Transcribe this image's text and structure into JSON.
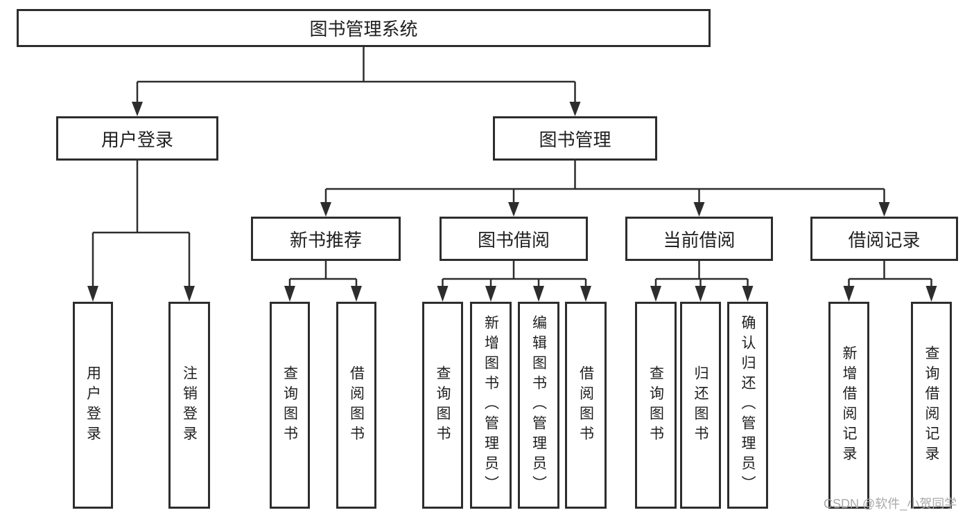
{
  "tree": {
    "root": "图书管理系统",
    "branches": [
      {
        "label": "用户登录",
        "children": [
          "用户登录",
          "注销登录"
        ]
      },
      {
        "label": "图书管理",
        "children_groups": [
          {
            "label": "新书推荐",
            "children": [
              "查询图书",
              "借阅图书"
            ]
          },
          {
            "label": "图书借阅",
            "children": [
              "查询图书",
              "新增图书（管理员）",
              "编辑图书（管理员）",
              "借阅图书"
            ]
          },
          {
            "label": "当前借阅",
            "children": [
              "查询图书",
              "归还图书",
              "确认归还（管理员）"
            ]
          },
          {
            "label": "借阅记录",
            "children": [
              "新增借阅记录",
              "查询借阅记录"
            ]
          }
        ]
      }
    ]
  },
  "watermark": {
    "text": "CSDN @软件_小贺同学"
  },
  "colors": {
    "line": "#2d2d2d",
    "text": "#1f1f1f",
    "box_background": "#ffffff",
    "page_background": "#ffffff",
    "watermark": "#a9a9a9"
  }
}
